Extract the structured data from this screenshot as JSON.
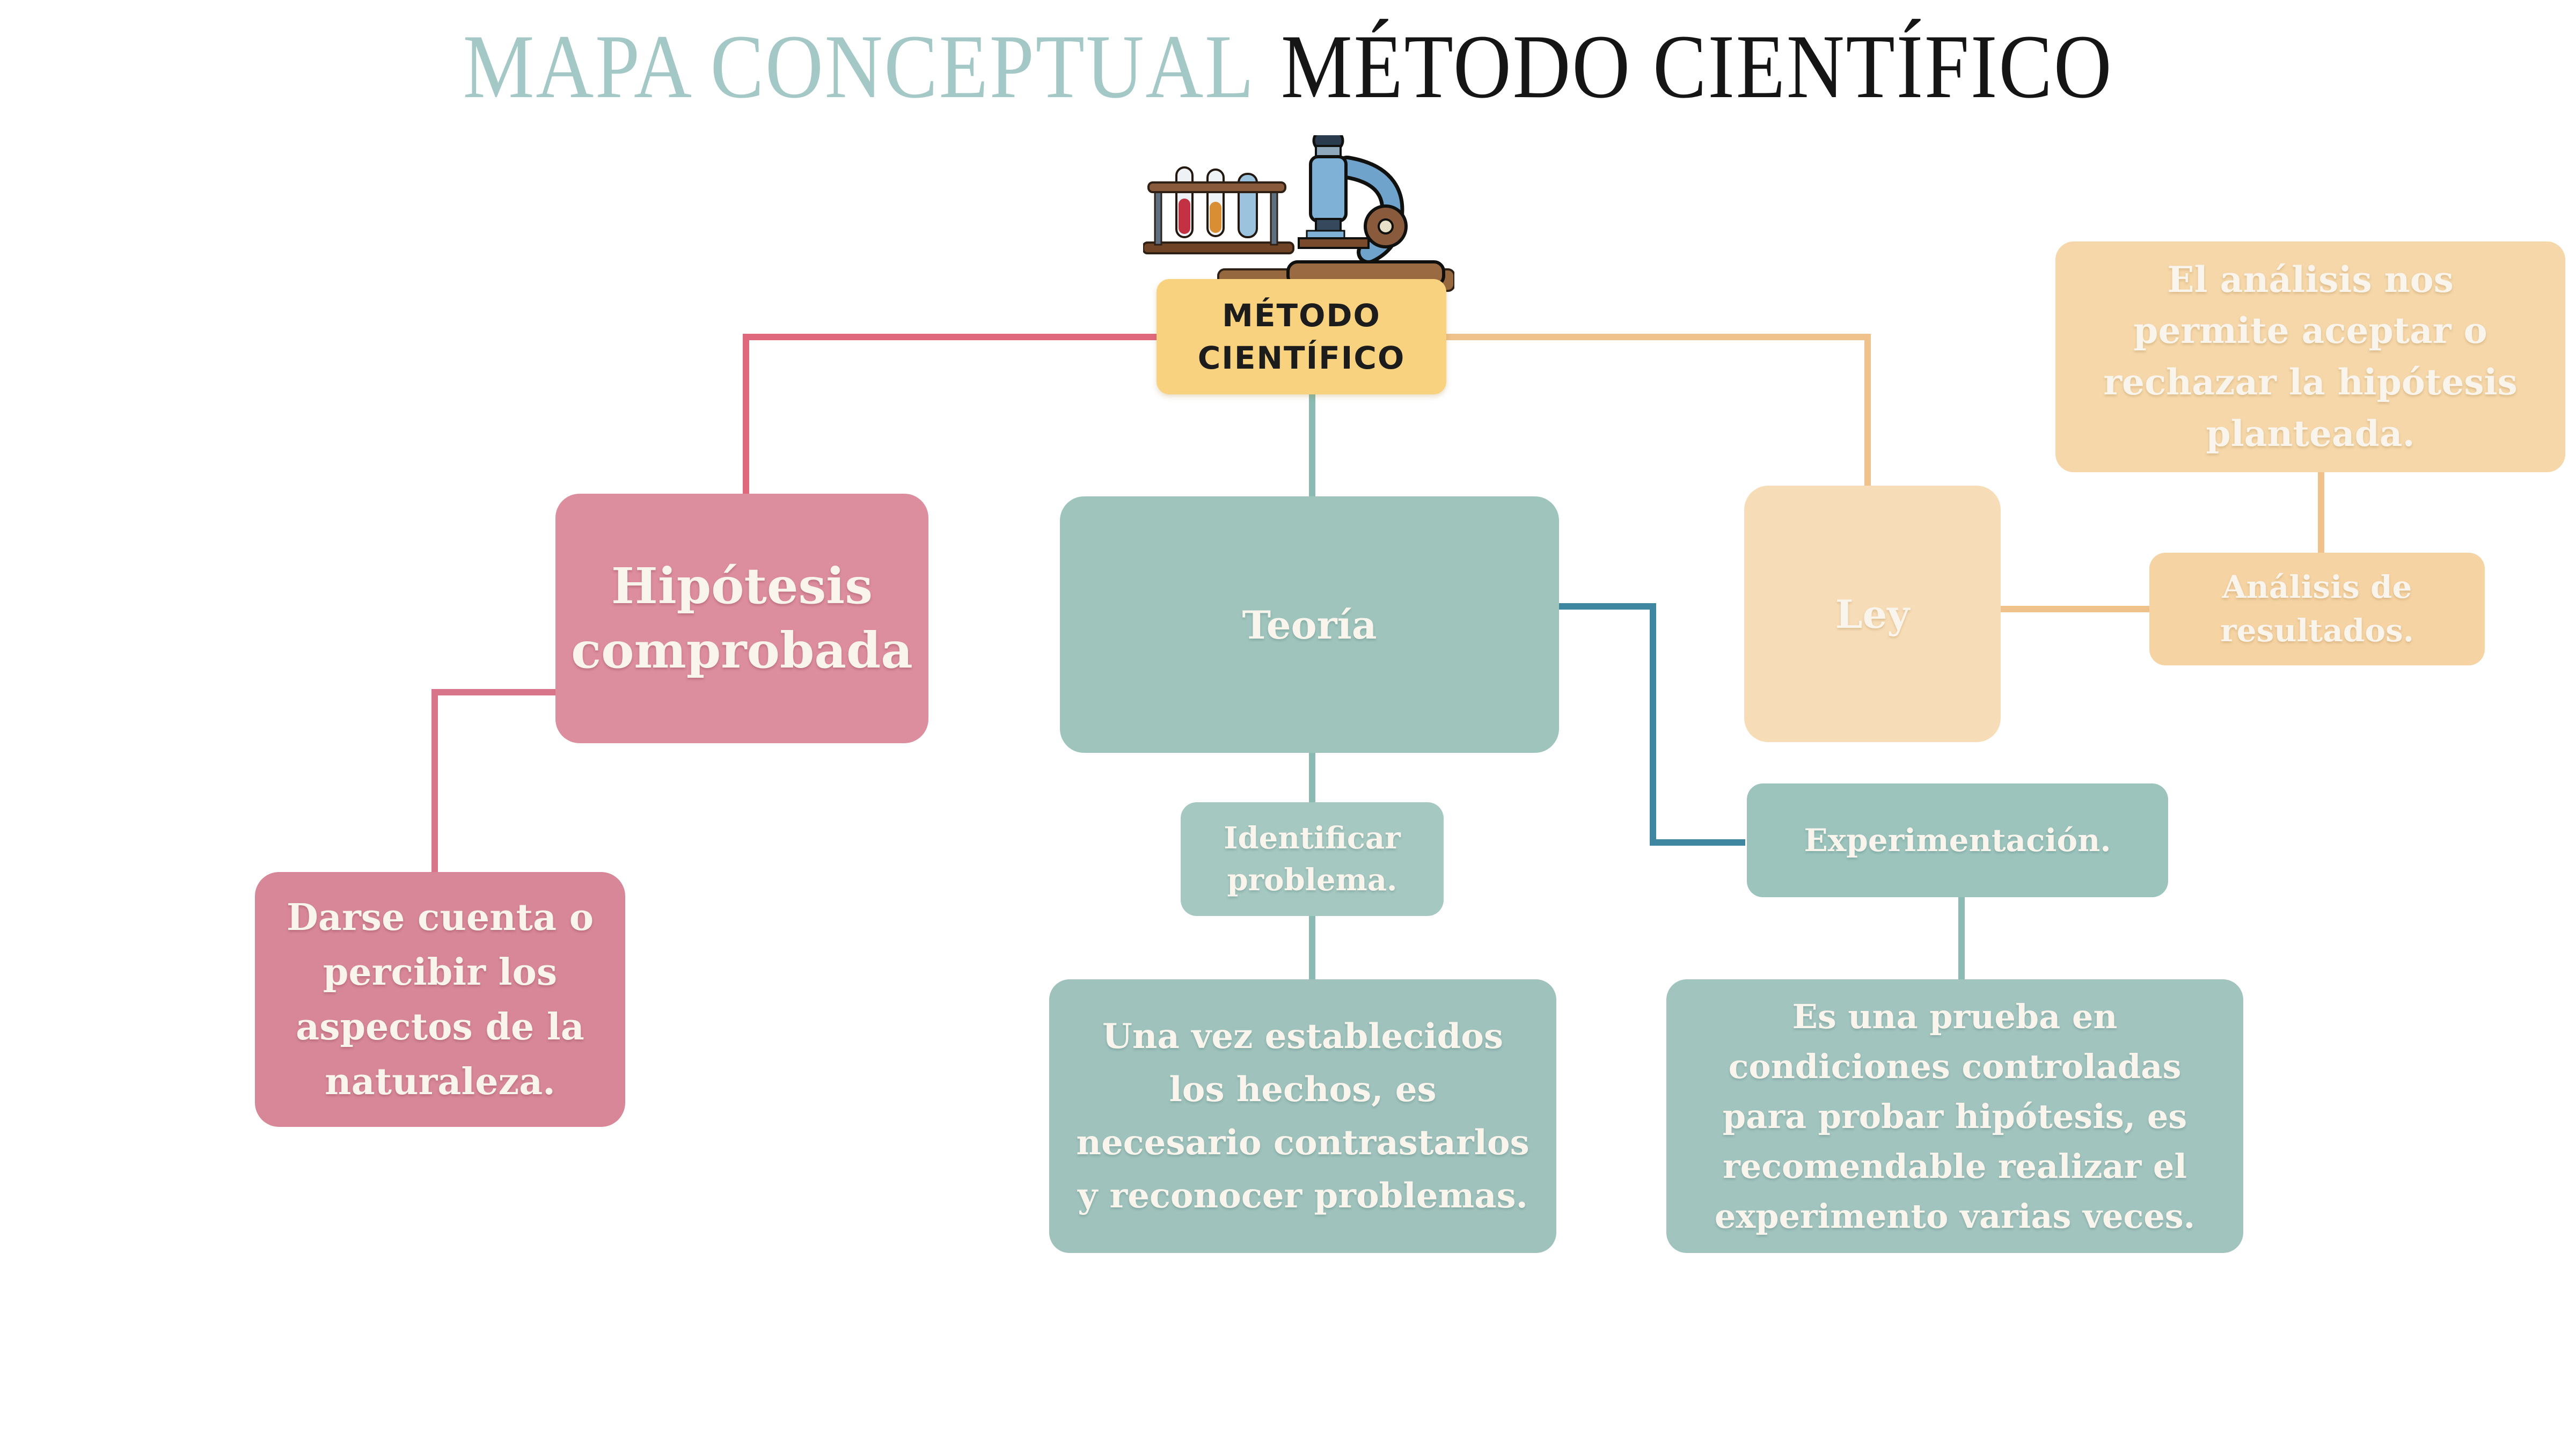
{
  "title": {
    "teal": "MAPA CONCEPTUAL",
    "dark": "MÉTODO CIENTÍFICO"
  },
  "nodes": {
    "root": {
      "label": "MÉTODO\nCIENTÍFICO"
    },
    "hipotesis": {
      "label": "Hipótesis\ncomprobada"
    },
    "percibir": {
      "label": "Darse cuenta o\npercibir los\naspectos de la\nnaturaleza."
    },
    "teoria": {
      "label": "Teoría"
    },
    "identificar": {
      "label": "Identificar\nproblema."
    },
    "contrastar": {
      "label": "Una vez establecidos\nlos hechos, es\nnecesario contrastarlos\ny reconocer problemas."
    },
    "ley": {
      "label": "Ley"
    },
    "experimentacion": {
      "label": "Experimentación."
    },
    "prueba": {
      "label": "Es una prueba en\ncondiciones controladas\npara probar hipótesis, es\nrecomendable realizar el\nexperimento varias veces."
    },
    "analisis_info": {
      "label": "El análisis nos\npermite aceptar o\nrechazar la hipótesis\nplanteada."
    },
    "analisis": {
      "label": "Análisis de\nresultados."
    }
  },
  "edges": [
    {
      "from": "root",
      "to": "hipotesis",
      "color": "#e0687c"
    },
    {
      "from": "hipotesis",
      "to": "percibir",
      "color": "#d9758a"
    },
    {
      "from": "root",
      "to": "teoria",
      "color": "#8abab1"
    },
    {
      "from": "teoria",
      "to": "identificar",
      "color": "#8abab1"
    },
    {
      "from": "identificar",
      "to": "contrastar",
      "color": "#8abab1"
    },
    {
      "from": "teoria",
      "to": "experimentacion",
      "color": "#3f86a1"
    },
    {
      "from": "experimentacion",
      "to": "prueba",
      "color": "#8abab1"
    },
    {
      "from": "root",
      "to": "ley",
      "color": "#efc28c"
    },
    {
      "from": "ley",
      "to": "analisis",
      "color": "#efc28c"
    },
    {
      "from": "analisis_info",
      "to": "analisis",
      "color": "#efc28c"
    }
  ],
  "icon": {
    "name": "microscope-and-test-tubes"
  },
  "colors": {
    "background": "#ffffff",
    "title_teal": "#a3c8c6",
    "title_dark": "#151515",
    "root_fill": "#f8d27e",
    "pink_fill": "#dc8d9e",
    "pink_dark_fill": "#d78798",
    "pink_line": "#e0687c",
    "teal_fill": "#9ec4bc",
    "teal_line": "#8abab1",
    "dark_teal_line": "#3f86a1",
    "orange_fill": "#f5d8ab",
    "orange_line": "#efc28c",
    "text_light": "#f9f5ec",
    "text_dark": "#1c1c1c"
  }
}
